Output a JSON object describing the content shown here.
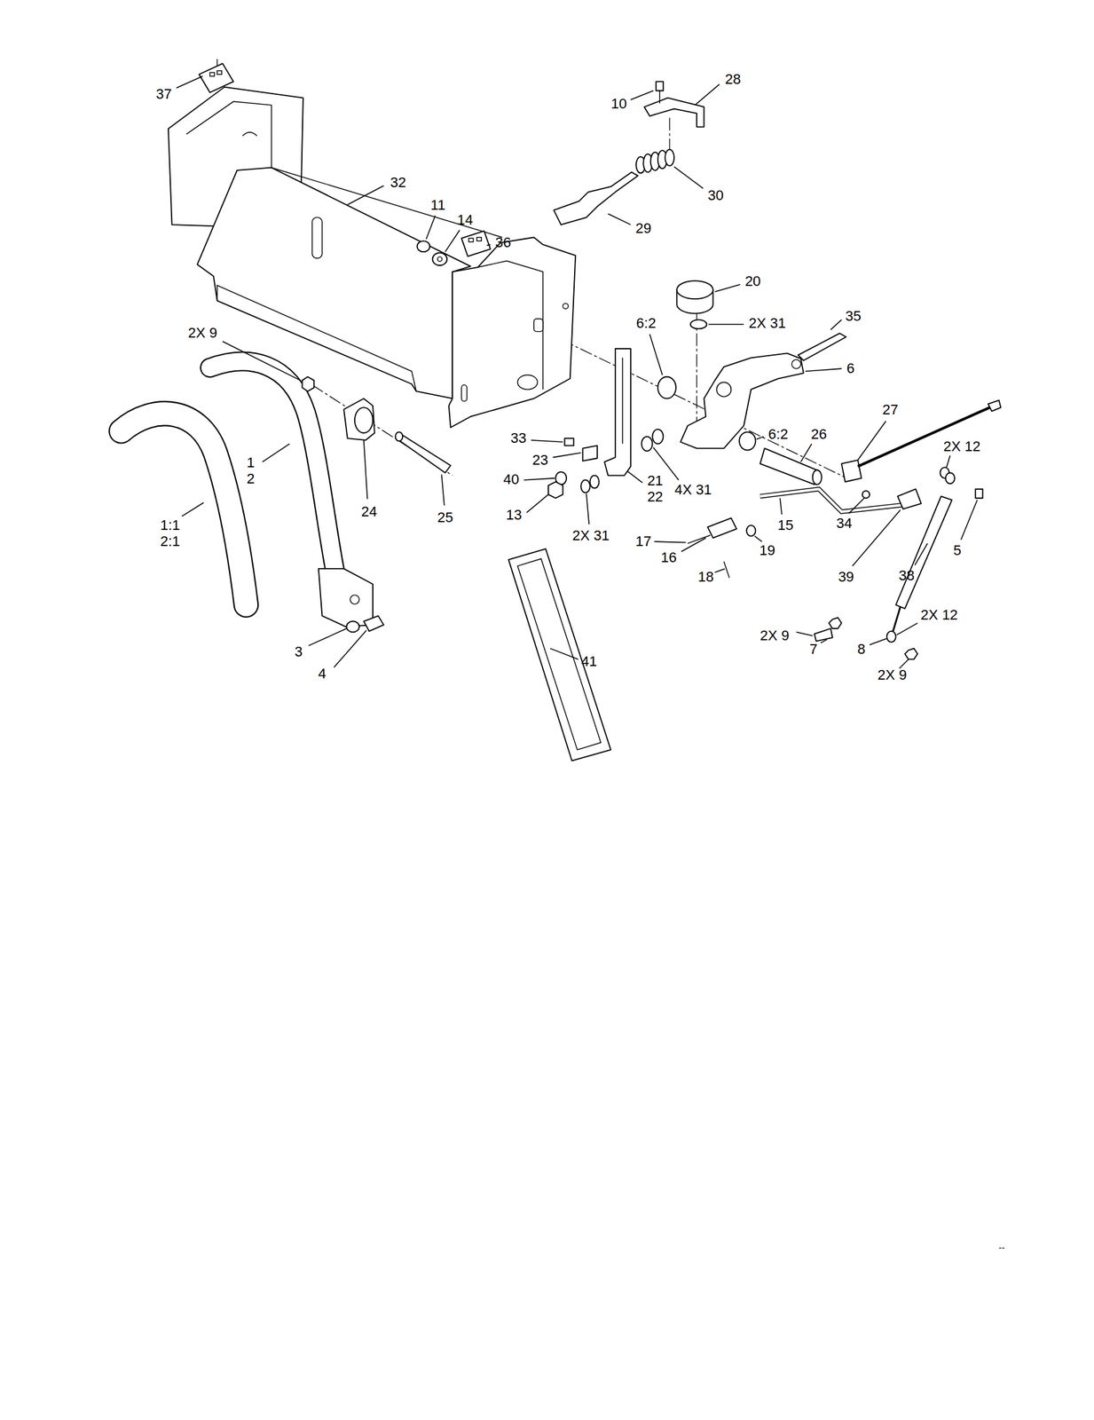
{
  "diagram": {
    "labels": [
      "37",
      "10",
      "28",
      "32",
      "30",
      "11",
      "14",
      "29",
      "36",
      "20",
      "35",
      "6:2",
      "2X 31",
      "2X 9",
      "6",
      "27",
      "33",
      "6:2",
      "26",
      "2X 12",
      "23",
      "1",
      "2",
      "40",
      "21",
      "22",
      "4X 31",
      "24",
      "13",
      "25",
      "34",
      "15",
      "1:1",
      "2:1",
      "2X 31",
      "17",
      "5",
      "19",
      "16",
      "39",
      "38",
      "18",
      "2X 12",
      "2X 9",
      "7",
      "8",
      "3",
      "41",
      "4",
      "2X 9",
      "--"
    ]
  }
}
